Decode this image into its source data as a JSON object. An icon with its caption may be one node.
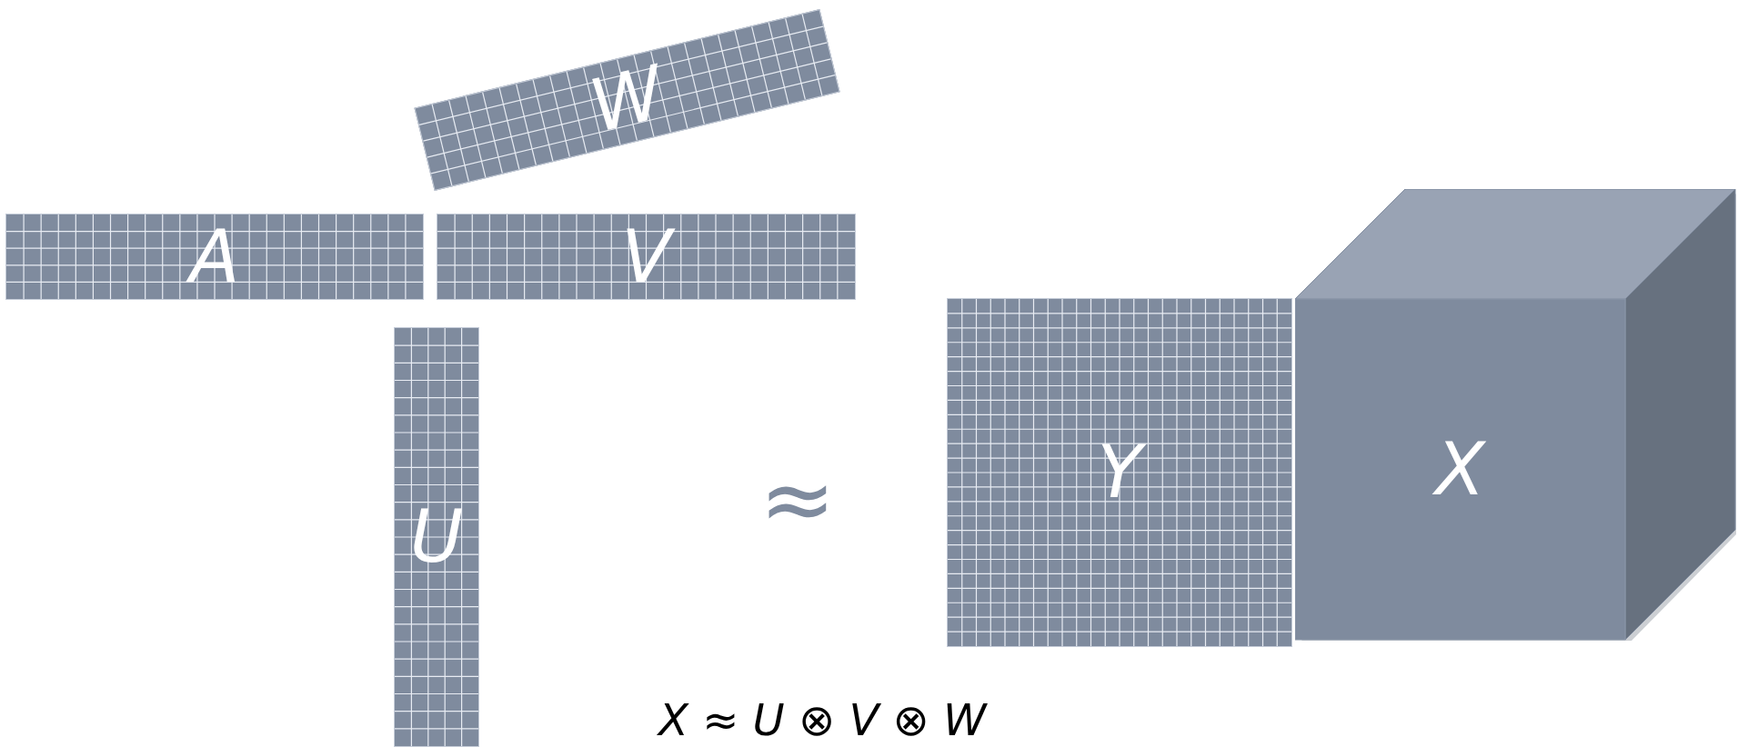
{
  "diagram": {
    "nodes": [
      {
        "text": [
          "W"
        ]
      },
      {
        "text": [
          "A"
        ]
      },
      {
        "text": [
          "V"
        ]
      },
      {
        "text": [
          "U"
        ]
      },
      {
        "text": [
          "Y"
        ]
      },
      {
        "text": [
          "X"
        ]
      }
    ],
    "labels": [
      "≈",
      "X ≈ U ⊗ V ⊗ W"
    ]
  }
}
